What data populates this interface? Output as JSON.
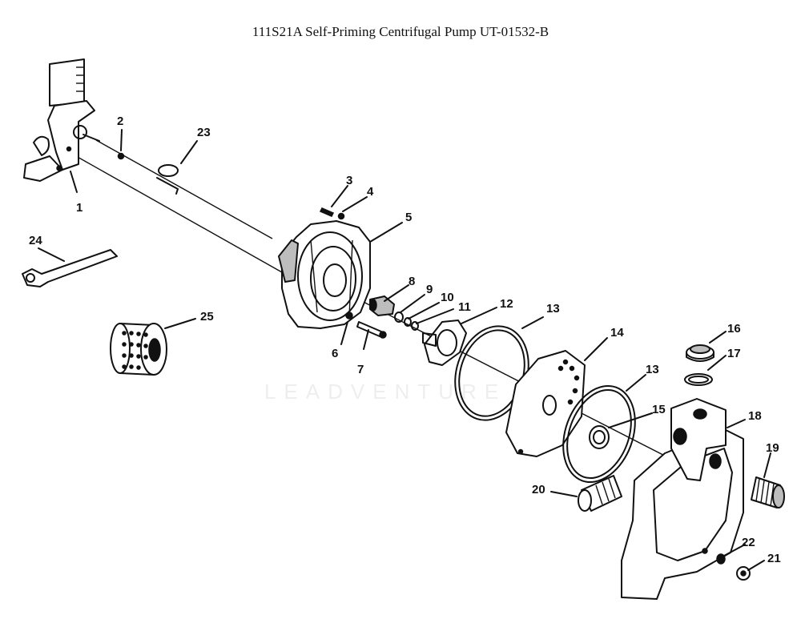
{
  "title": "111S21A Self-Priming Centrifugal Pump UT-01532-B",
  "watermark": "LEADVENTURE",
  "callouts": [
    "1",
    "2",
    "3",
    "4",
    "5",
    "6",
    "7",
    "8",
    "9",
    "10",
    "11",
    "12",
    "13",
    "14",
    "13",
    "15",
    "16",
    "17",
    "18",
    "19",
    "20",
    "21",
    "22",
    "23",
    "24",
    "25"
  ]
}
